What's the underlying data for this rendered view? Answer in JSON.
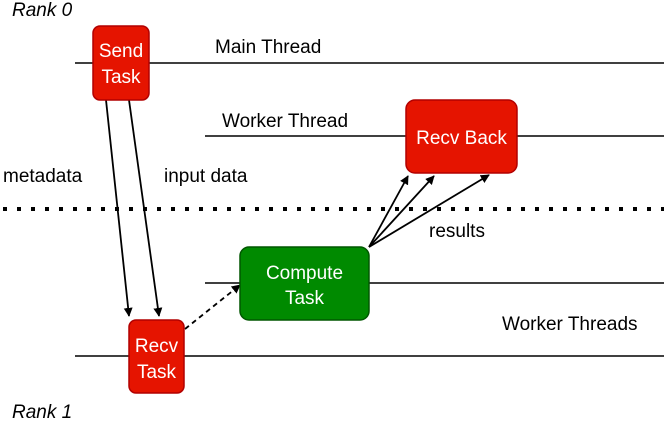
{
  "ranks": {
    "top": "Rank 0",
    "bottom": "Rank 1"
  },
  "threads": {
    "main": "Main Thread",
    "worker": "Worker Thread",
    "workers": "Worker Threads"
  },
  "boxes": {
    "send_task": {
      "line1": "Send",
      "line2": "Task"
    },
    "recv_back": {
      "line1": "Recv Back"
    },
    "compute_task": {
      "line1": "Compute",
      "line2": "Task"
    },
    "recv_task": {
      "line1": "Recv",
      "line2": "Task"
    }
  },
  "edges": {
    "metadata": "metadata",
    "input_data": "input data",
    "results": "results"
  },
  "colors": {
    "red_fill": "#e51400",
    "red_stroke": "#b20000",
    "green_fill": "#008a00",
    "green_stroke": "#005700",
    "box_text": "#ffffff",
    "line": "#000000"
  }
}
